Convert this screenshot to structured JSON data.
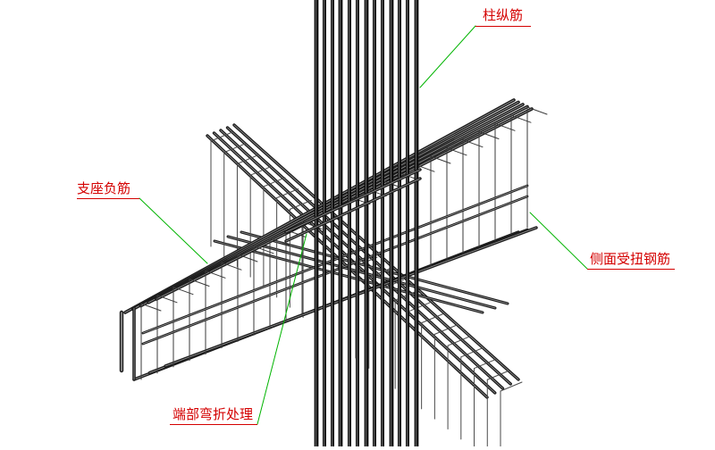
{
  "labels": {
    "column_longitudinal": "柱纵筋",
    "support_negative": "支座负筋",
    "side_torsion": "侧面受扭钢筋",
    "end_bend": "端部弯折处理"
  },
  "colors": {
    "label_red": "#d40000",
    "leader_green": "#00b400",
    "bar_dark": "#2a2a2a",
    "bar_light": "#b0b0b0",
    "background": "#ffffff"
  }
}
